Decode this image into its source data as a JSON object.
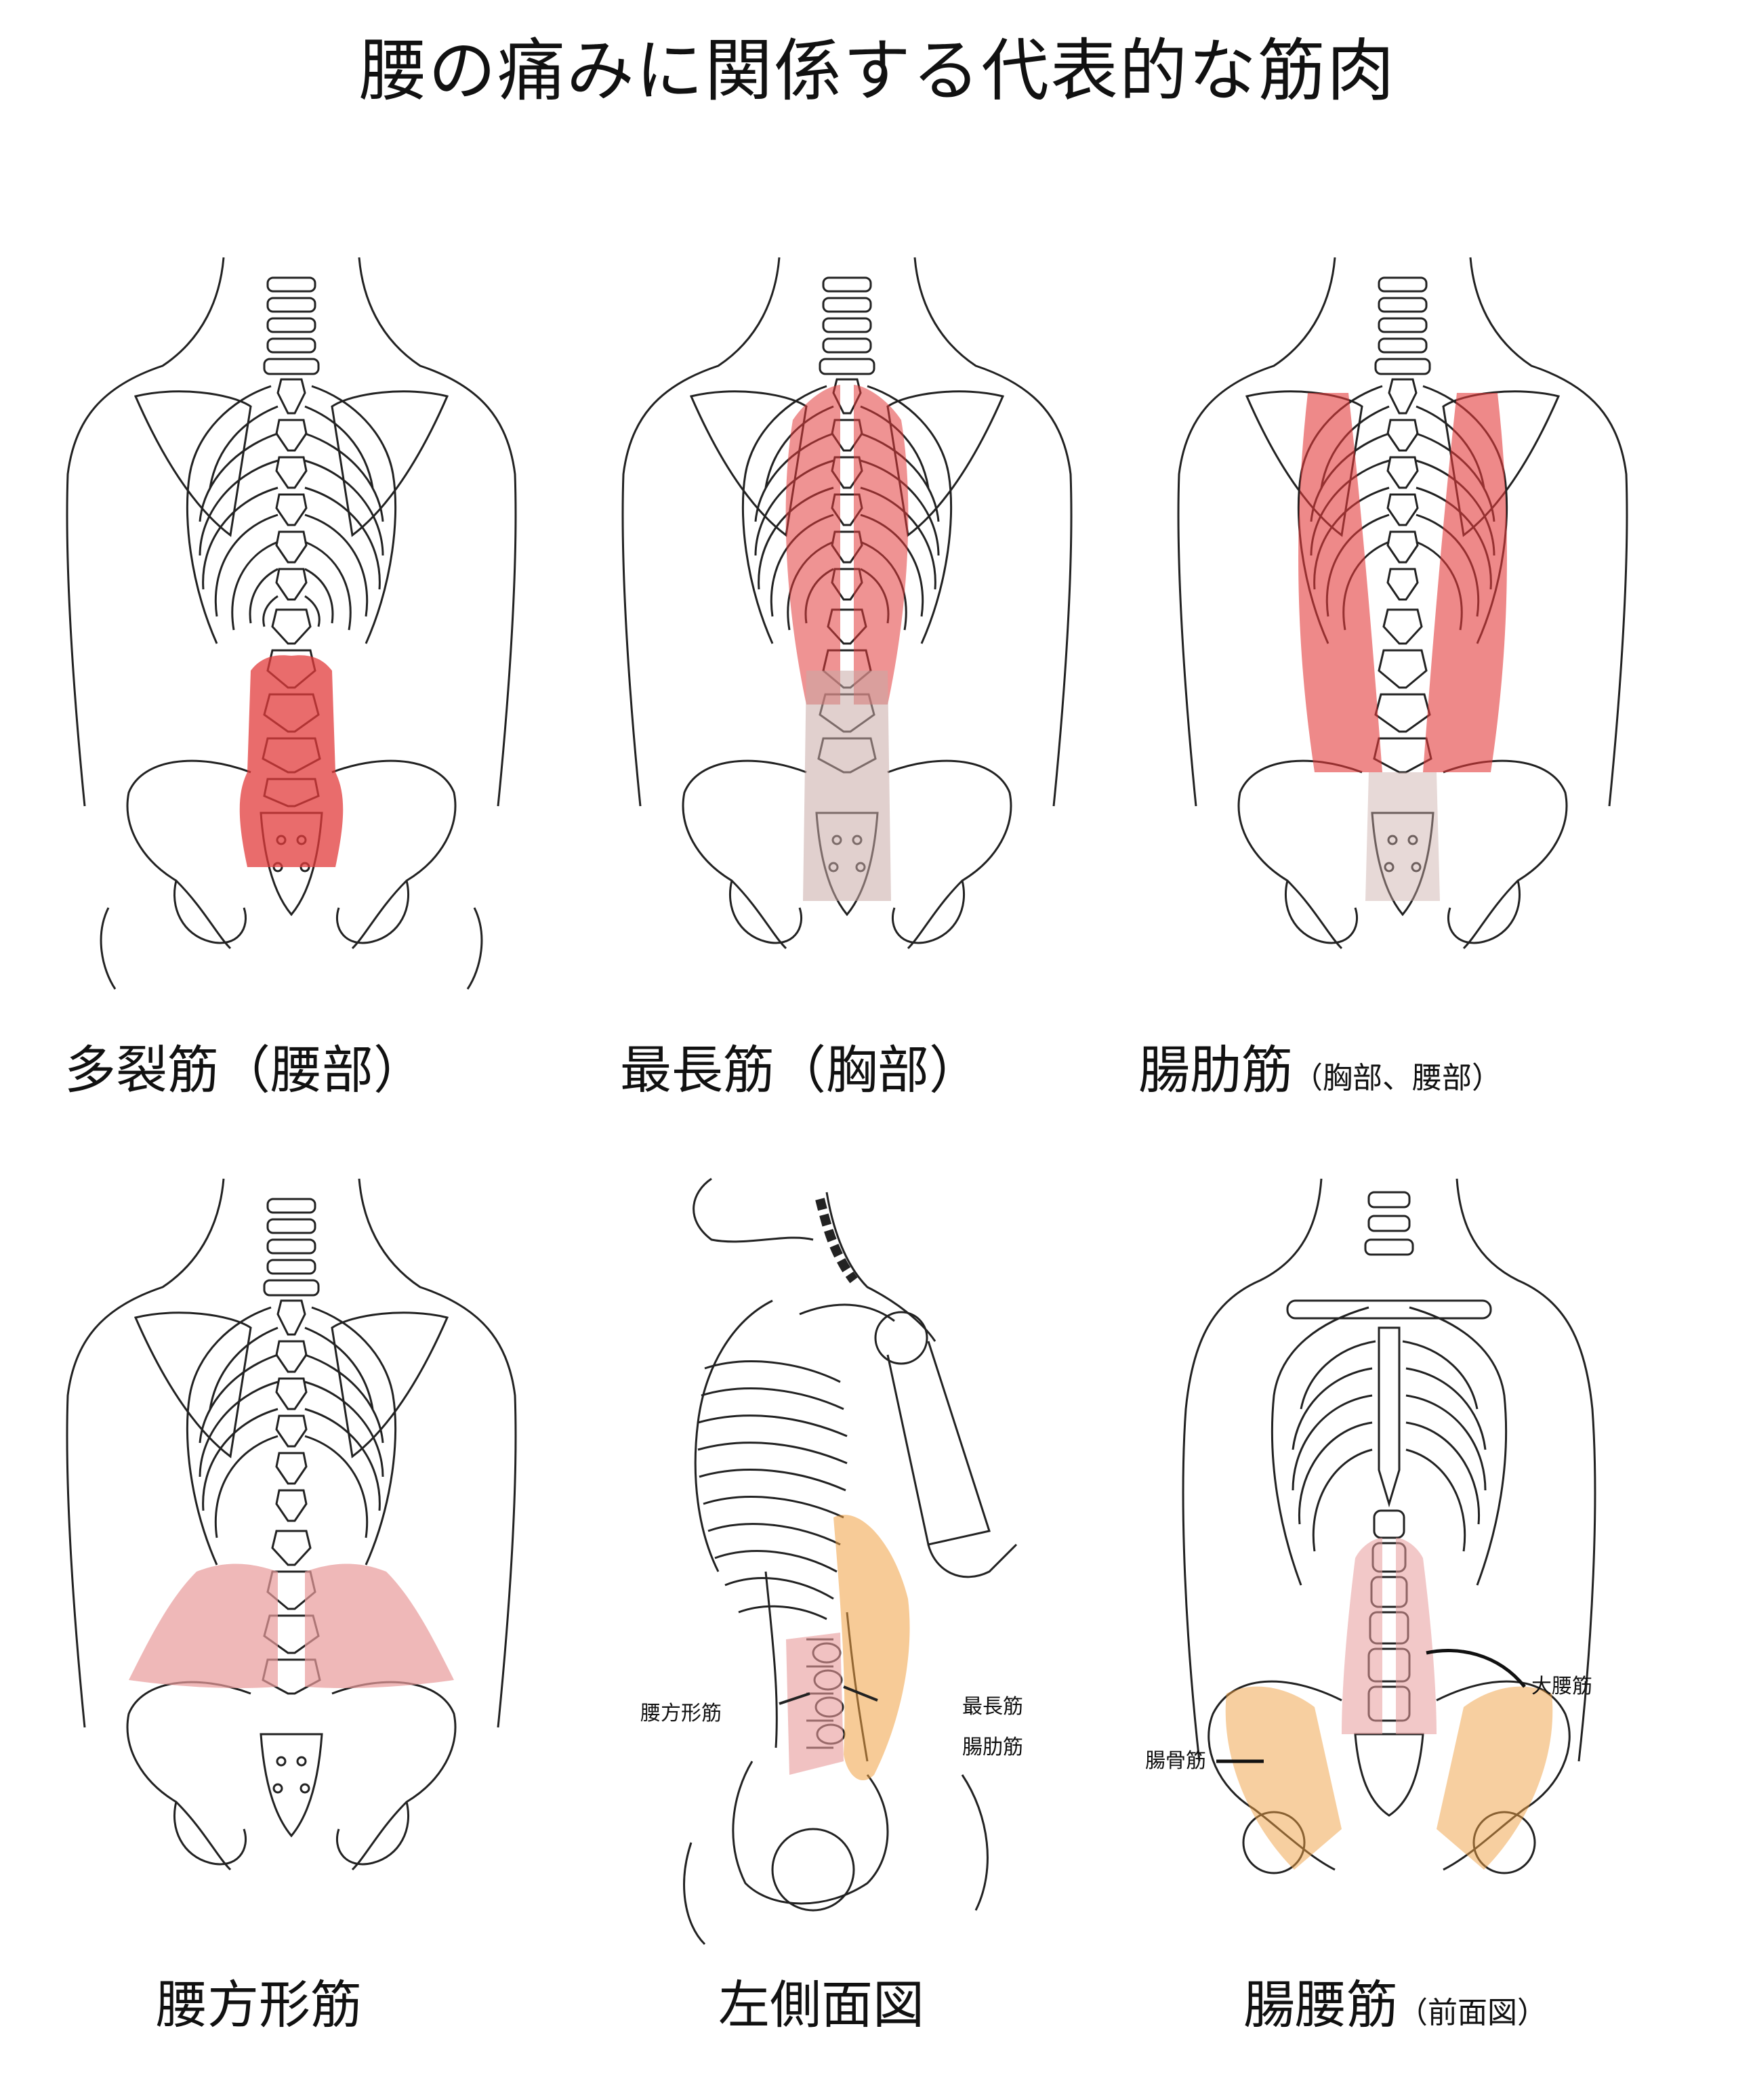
{
  "title": "腰の痛みに関係する代表的な筋肉",
  "panels": [
    {
      "caption": "多裂筋（腰部）",
      "highlight": "red"
    },
    {
      "caption": "最長筋（胸部）",
      "highlight": "red-pink"
    },
    {
      "caption": "腸肋筋",
      "caption_sub": "（胸部、腰部）",
      "highlight": "red"
    },
    {
      "caption": "腰方形筋",
      "highlight": "pink-red"
    },
    {
      "caption": "左側面図",
      "highlight": "orange",
      "labels": {
        "quadratus": "腰方形筋",
        "longissimus": "最長筋",
        "iliocostalis": "腸肋筋"
      }
    },
    {
      "caption": "腸腰筋",
      "caption_sub": "（前面図）",
      "highlight": "orange",
      "labels": {
        "psoas_major": "大腰筋",
        "iliacus": "腸骨筋"
      }
    }
  ],
  "colors": {
    "red": "#e23b3b",
    "pink": "#e89a9a",
    "mauve": "#c9aaa6",
    "orange": "#f0a042",
    "line": "#222222"
  }
}
